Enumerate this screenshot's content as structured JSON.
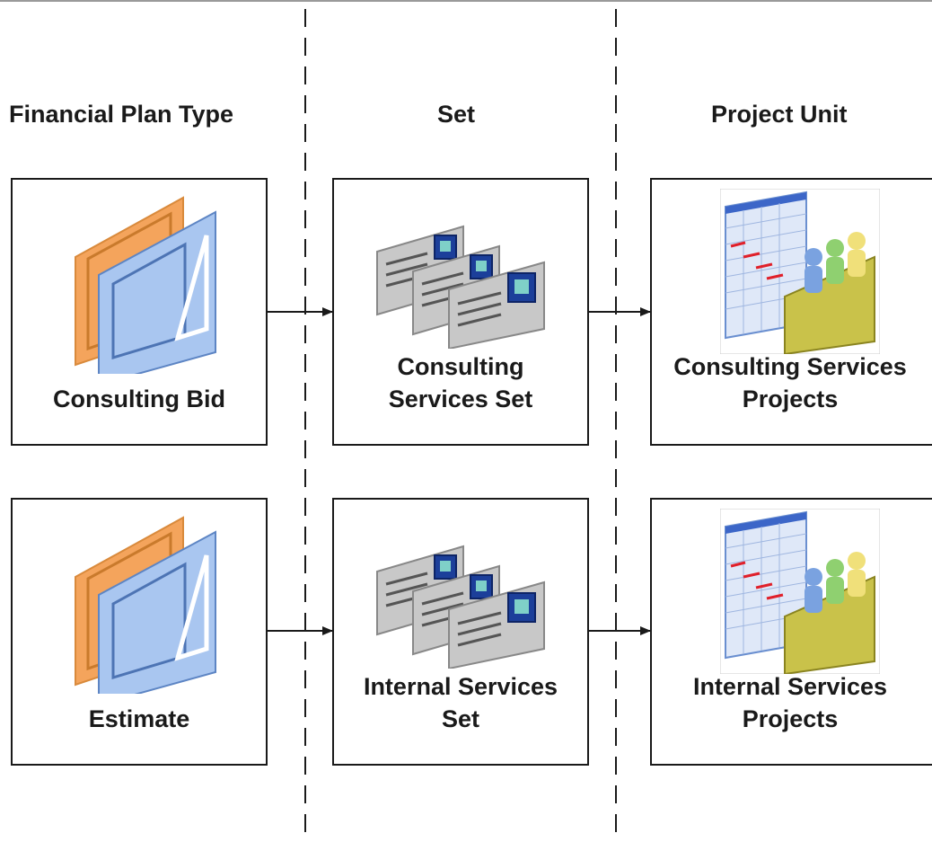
{
  "headers": {
    "plan_type": "Financial Plan Type",
    "set": "Set",
    "project_unit": "Project Unit"
  },
  "rows": [
    {
      "plan_type": {
        "label": "Consulting Bid",
        "icon": "financial-plan-icon"
      },
      "set": {
        "line1": "Consulting",
        "line2": "Services Set",
        "icon": "reference-set-icon"
      },
      "project_unit": {
        "line1": "Consulting Services",
        "line2": "Projects",
        "icon": "project-unit-icon"
      }
    },
    {
      "plan_type": {
        "label": "Estimate",
        "icon": "financial-plan-icon"
      },
      "set": {
        "line1": "Internal Services",
        "line2": "Set",
        "icon": "reference-set-icon"
      },
      "project_unit": {
        "line1": "Internal Services",
        "line2": "Projects",
        "icon": "project-unit-icon"
      }
    }
  ],
  "colors": {
    "line": "#1a1a1a",
    "plan_back": "#f4a45c",
    "plan_front": "#a9c6f0",
    "card_gray": "#c8c8c8",
    "folder": "#c9c24a"
  }
}
